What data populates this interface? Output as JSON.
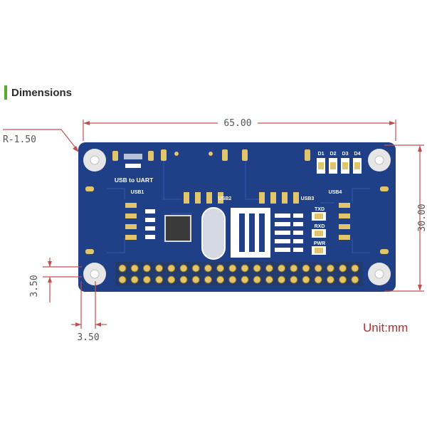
{
  "section": {
    "title": "Dimensions"
  },
  "dimensions": {
    "width": "65.00",
    "height": "30.00",
    "radius": "R-1.50",
    "hole_offset_y": "3.50",
    "hole_offset_x": "3.50"
  },
  "board_labels": {
    "usb_uart": "USB to UART",
    "usb1": "USB1",
    "usb2": "USB2",
    "usb3": "USB3",
    "usb4": "USB4",
    "d1": "D1",
    "d2": "D2",
    "d3": "D3",
    "d4": "D4",
    "txd": "TXD",
    "rxd": "RXD",
    "pwr": "PWR"
  },
  "unit_label": "Unit:mm",
  "colors": {
    "pcb": "#1f3f86",
    "trace": "#2d52a6",
    "pad": "#e2c56a",
    "dimension_line": "#c0504d",
    "accent": "#5aa832"
  }
}
